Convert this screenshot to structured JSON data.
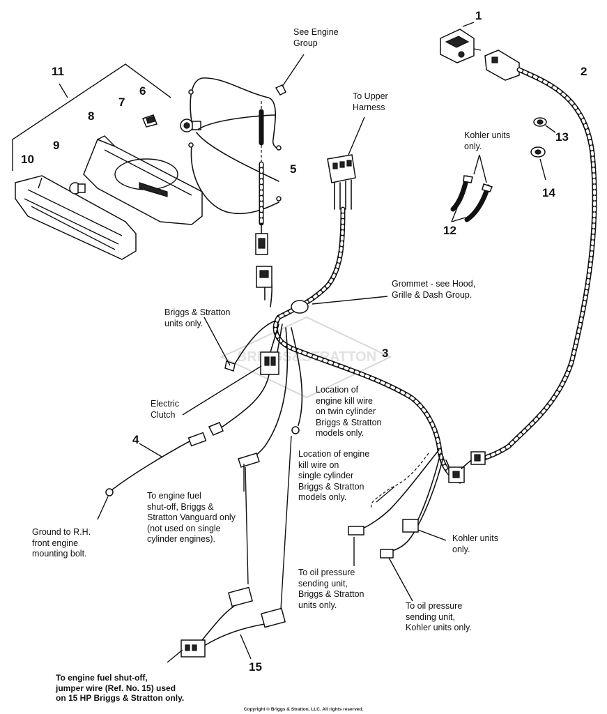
{
  "diagram": {
    "part_numbers": [
      "1",
      "2",
      "3",
      "4",
      "5",
      "6",
      "7",
      "8",
      "9",
      "10",
      "11",
      "12",
      "13",
      "14",
      "15"
    ],
    "callouts": {
      "see_engine_group": "See Engine\nGroup",
      "to_upper_harness": "To Upper\nHarness",
      "kohler_units_only_top": "Kohler units\nonly.",
      "grommet": "Grommet - see Hood,\nGrille & Dash Group.",
      "briggs_units_only": "Briggs & Stratton\nunits only.",
      "electric_clutch": "Electric\nClutch",
      "kill_wire_twin": "Location of\nengine kill wire\non twin cylinder\nBriggs & Stratton\nmodels only.",
      "kill_wire_single": "Location of engine\nkill wire on\nsingle cylinder\nBriggs & Stratton\nmodels only.",
      "fuel_shutoff_vanguard": "To engine fuel\nshut-off, Briggs &\nStratton Vanguard only\n(not used on single\ncylinder engines).",
      "ground": "Ground to R.H.\nfront engine\nmounting bolt.",
      "oil_pressure_briggs": "To oil pressure\nsending unit,\nBriggs & Stratton\nunits only.",
      "kohler_units_only_bottom": "Kohler units\nonly.",
      "oil_pressure_kohler": "To oil pressure\nsending unit,\nKohler units only.",
      "jumper_wire": "To engine fuel shut-off,\njumper wire (Ref. No. 15) used\non 15 HP Briggs & Stratton only."
    },
    "watermark": "BRIGGS&STRATTON",
    "copyright": "Copyright © Briggs & Stratton, LLC. All rights reserved."
  }
}
